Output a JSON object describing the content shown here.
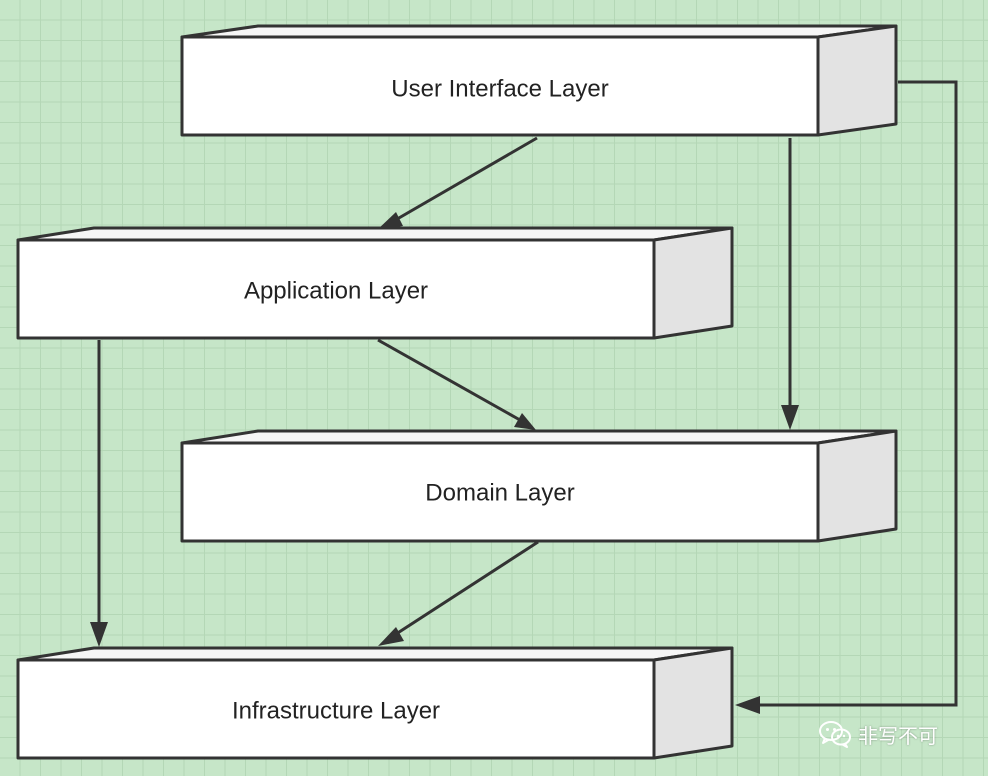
{
  "layers": {
    "ui": "User Interface Layer",
    "application": "Application Layer",
    "domain": "Domain Layer",
    "infrastructure": "Infrastructure Layer"
  },
  "watermark": {
    "text": "非写不可",
    "icon": "wechat-icon"
  },
  "colors": {
    "background": "#c6e6c8",
    "grid": "#b4d7b6",
    "stroke": "#333333"
  }
}
